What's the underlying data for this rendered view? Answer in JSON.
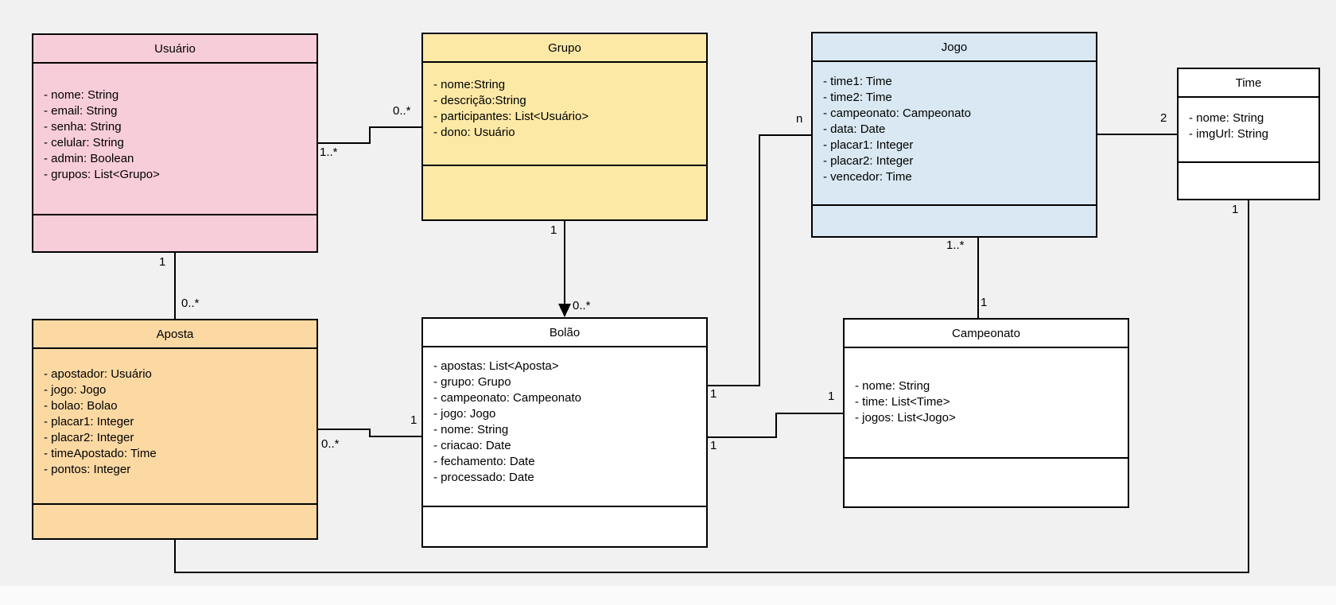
{
  "diagram": {
    "background": "#F1F1F1",
    "classes": {
      "usuario": {
        "title": "Usuário",
        "fill": "#F8CDDA",
        "attributes": [
          "- nome: String",
          "- email: String",
          "- senha: String",
          "- celular: String",
          "- admin: Boolean",
          "- grupos: List<Grupo>"
        ]
      },
      "grupo": {
        "title": "Grupo",
        "fill": "#FCE9A6",
        "attributes": [
          "- nome:String",
          "- descrição:String",
          "- participantes: List<Usuário>",
          "- dono: Usuário"
        ]
      },
      "jogo": {
        "title": "Jogo",
        "fill": "#D9E8F2",
        "attributes": [
          "- time1: Time",
          "- time2: Time",
          "- campeonato: Campeonato",
          "- data: Date",
          "- placar1: Integer",
          "- placar2: Integer",
          "- vencedor: Time"
        ]
      },
      "time": {
        "title": "Time",
        "fill": "#FFFFFF",
        "attributes": [
          "- nome: String",
          "- imgUrl: String"
        ]
      },
      "aposta": {
        "title": "Aposta",
        "fill": "#FCD9A3",
        "attributes": [
          "- apostador: Usuário",
          "- jogo: Jogo",
          "- bolao: Bolao",
          "- placar1: Integer",
          "- placar2: Integer",
          "- timeApostado: Time",
          "- pontos: Integer"
        ]
      },
      "bolao": {
        "title": "Bolão",
        "fill": "#FFFFFF",
        "attributes": [
          "- apostas: List<Aposta>",
          "- grupo: Grupo",
          "- campeonato: Campeonato",
          "- jogo: Jogo",
          "- nome: String",
          "- criacao: Date",
          "- fechamento: Date",
          "- processado: Date"
        ]
      },
      "campeonato": {
        "title": "Campeonato",
        "fill": "#FFFFFF",
        "attributes": [
          "- nome: String",
          "- time: List<Time>",
          "- jogos: List<Jogo>"
        ]
      }
    },
    "multiplicities": {
      "usuario_grupo_src": "1..*",
      "usuario_grupo_tgt": "0..*",
      "usuario_aposta_src": "1",
      "usuario_aposta_tgt": "0..*",
      "grupo_bolao_src": "1",
      "grupo_bolao_tgt": "0..*",
      "jogo_time_tgt": "2",
      "jogo_campeonato_src": "1..*",
      "jogo_campeonato_tgt": "1",
      "jogo_bolao_src": "n",
      "jogo_bolao_tgt": "1",
      "bolao_campeonato_src": "1",
      "bolao_campeonato_tgt": "1",
      "aposta_bolao_src": "0..*",
      "aposta_bolao_tgt": "1",
      "time_aposta_src": "1"
    }
  }
}
